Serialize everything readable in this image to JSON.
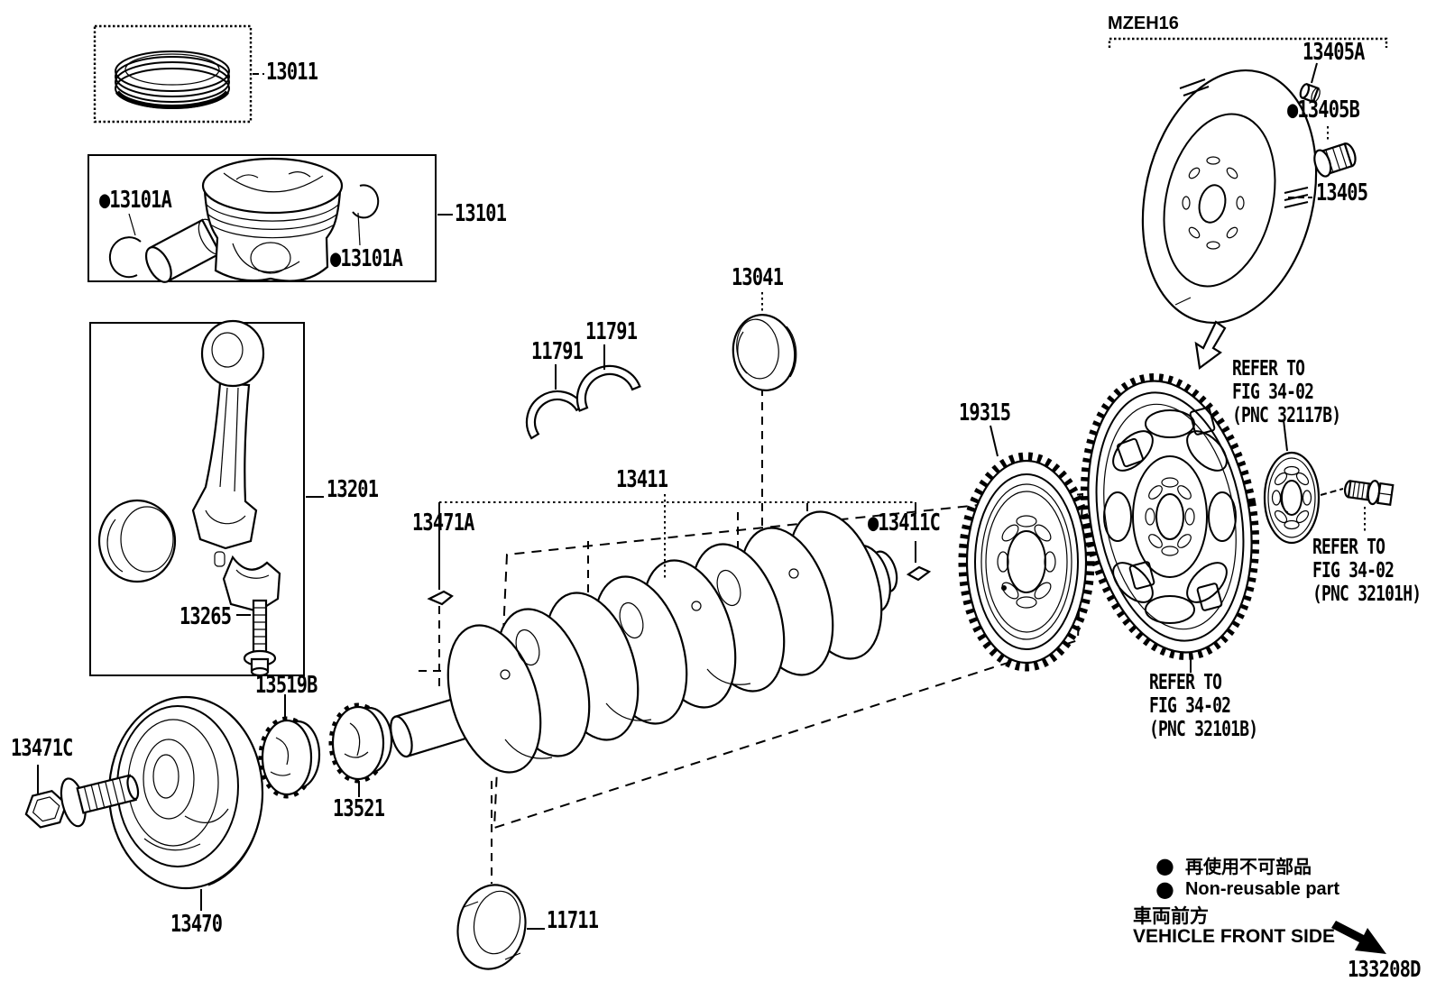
{
  "figure": {
    "code": "133208D",
    "group": "MZEH16"
  },
  "labels": {
    "p13011": "13011",
    "p13101": "13101",
    "p13101a_left": "●13101A",
    "p13101a_right": "●13101A",
    "p13201": "13201",
    "p13265": "13265",
    "p13519b": "13519B",
    "p13521": "13521",
    "p13471c": "13471C",
    "p13470": "13470",
    "p11791_left": "11791",
    "p11791_right": "11791",
    "p13041": "13041",
    "p13411": "13411",
    "p13471a": "13471A",
    "p13411c": "●13411C",
    "p19315": "19315",
    "p11711": "11711",
    "p13405": "13405",
    "p13405a": "13405A",
    "p13405b": "●13405B"
  },
  "refer_notes": {
    "top": {
      "line1": "REFER TO",
      "line2": "FIG 34-02",
      "line3": "(PNC 32117B)"
    },
    "right": {
      "line1": "REFER TO",
      "line2": "FIG 34-02",
      "line3": "(PNC 32101H)"
    },
    "bottom": {
      "line1": "REFER TO",
      "line2": "FIG 34-02",
      "line3": "(PNC 32101B)"
    }
  },
  "legend": {
    "dot": "●",
    "jp": "再使用不可部品",
    "en": "Non-reusable part"
  },
  "vehicle_front": {
    "jp": "車両前方",
    "en": "VEHICLE FRONT SIDE"
  },
  "colors": {
    "ink": "#000000",
    "paper": "#ffffff"
  }
}
